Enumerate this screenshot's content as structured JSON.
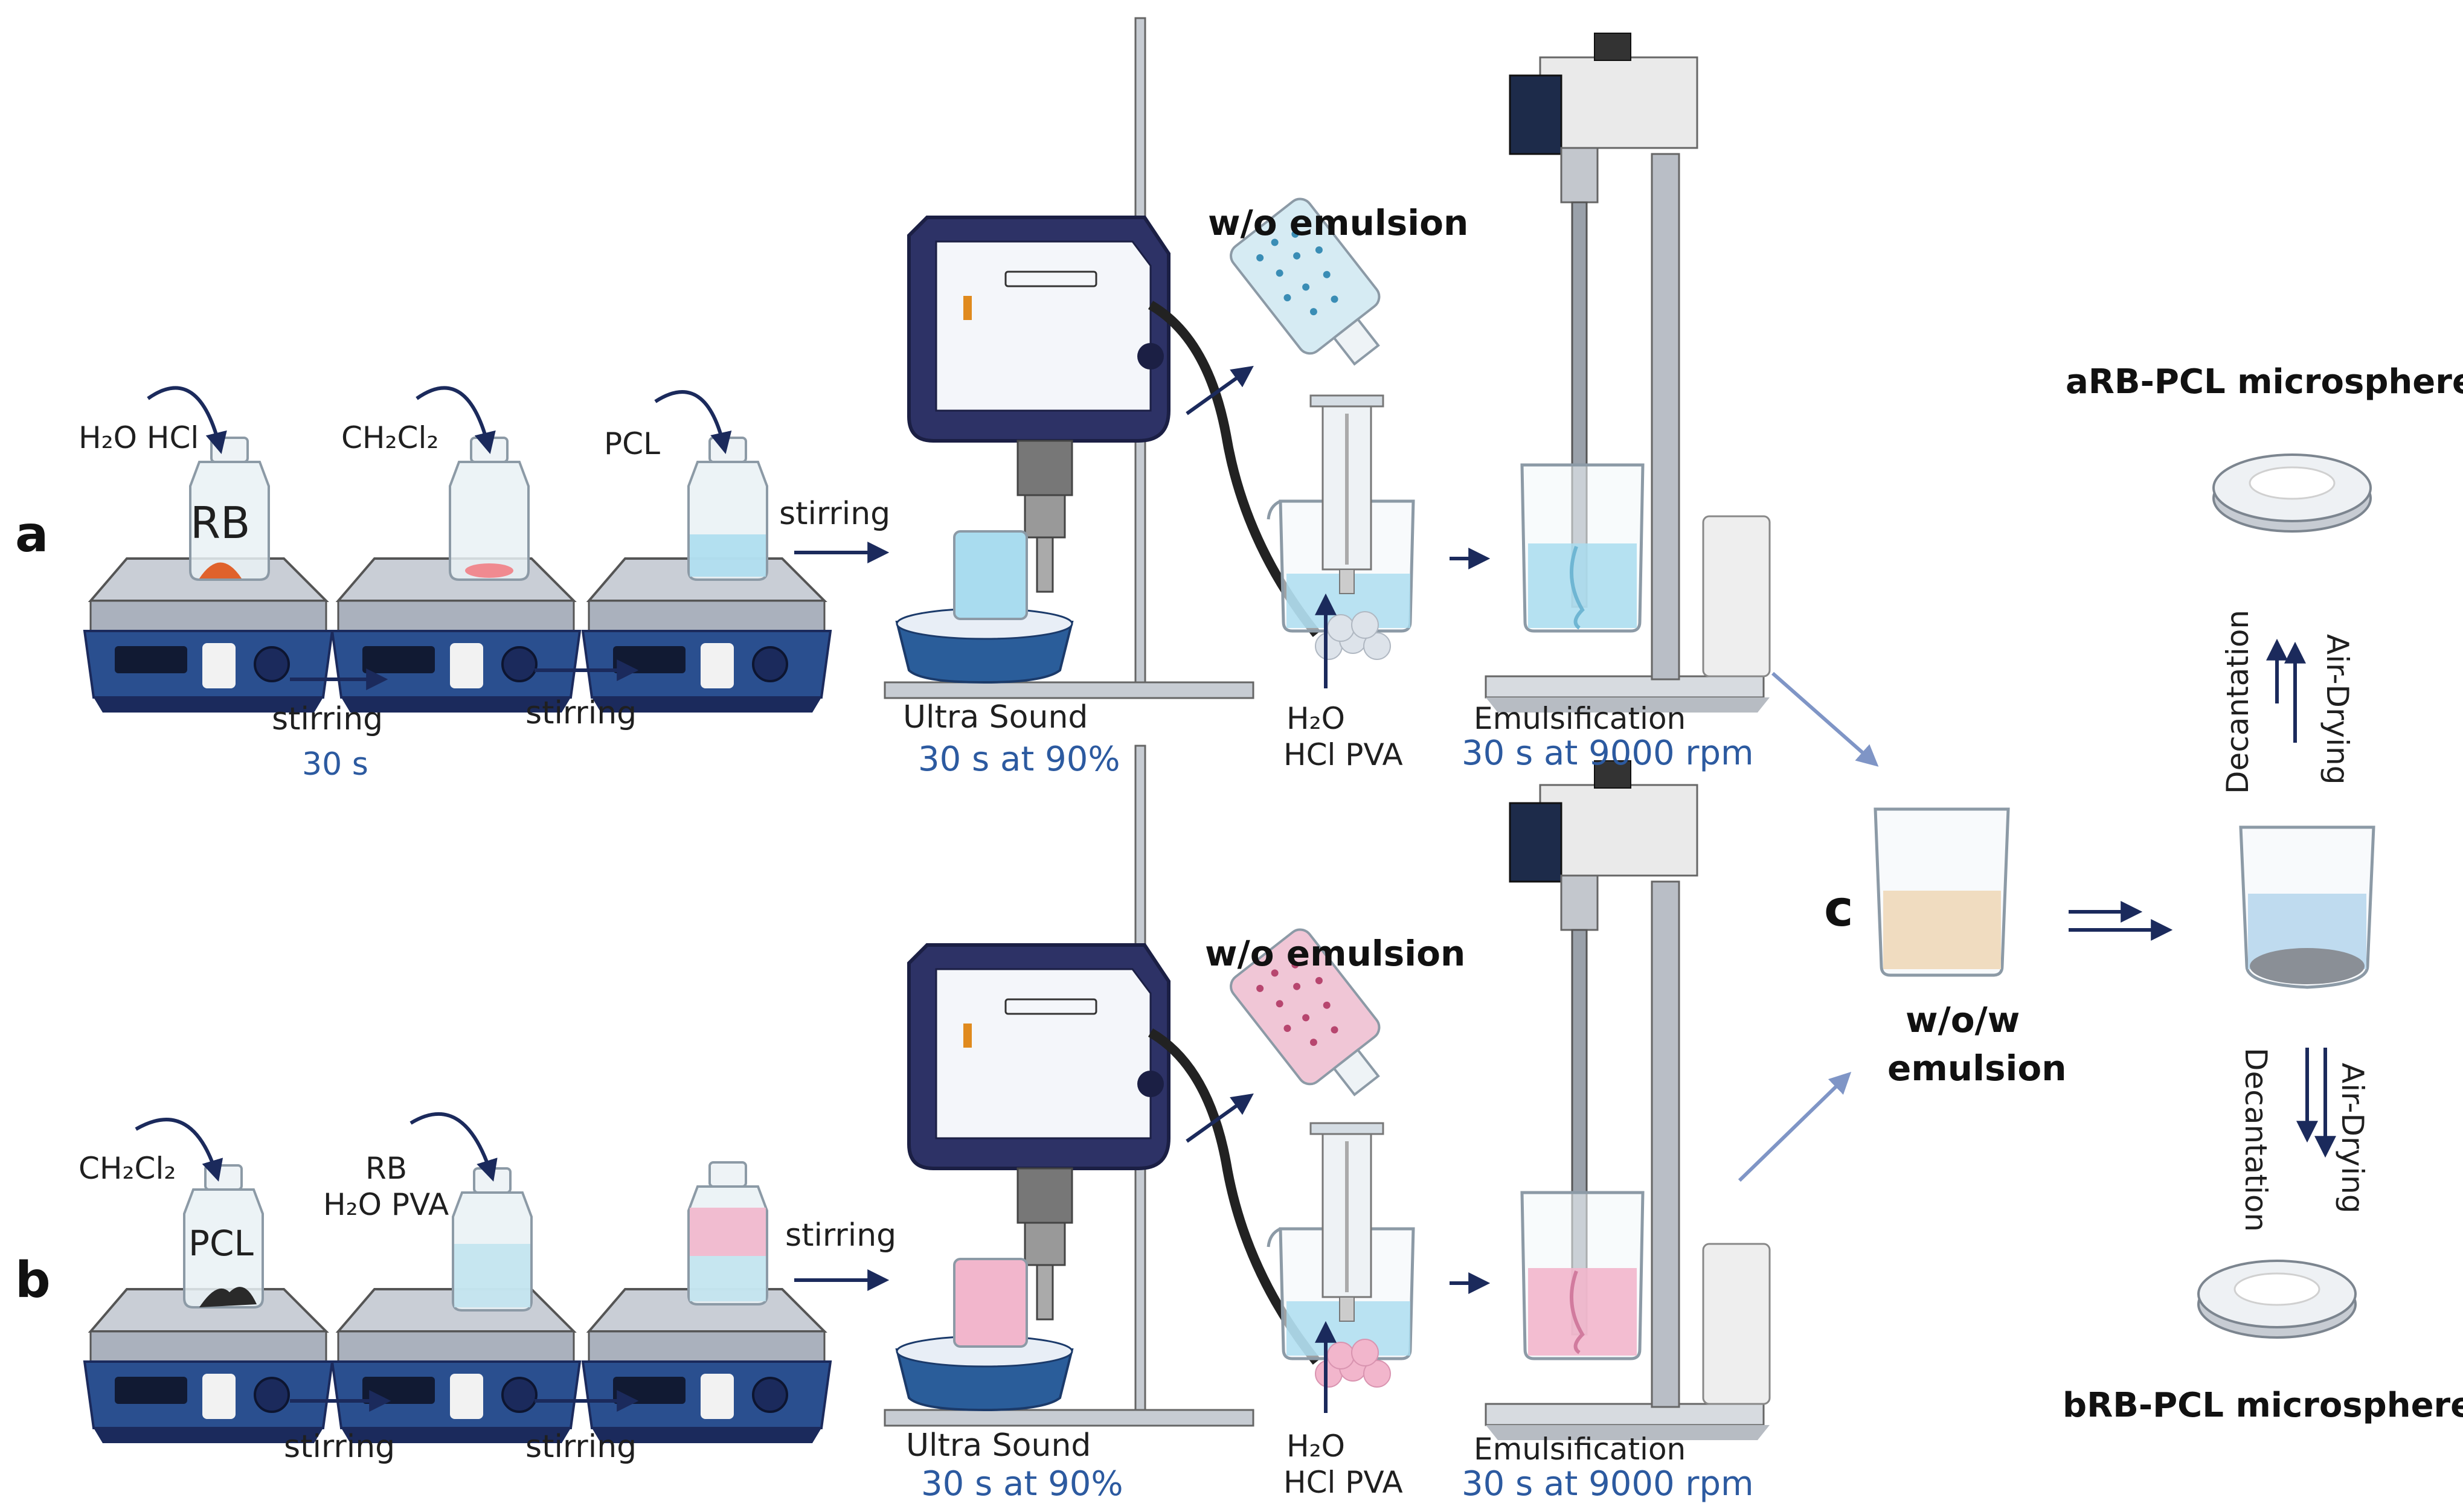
{
  "panels": {
    "a": "a",
    "b": "b",
    "c": "c"
  },
  "row_a": {
    "plate1_label": "H₂O HCl",
    "bottle_label": "RB",
    "plate2_label": "CH₂Cl₂",
    "plate3_label": "PCL",
    "step1_label": "stirring",
    "step1_time": "30 s",
    "step2_label": "stirring",
    "step3_label": "stirring",
    "ultrasound_label": "Ultra  Sound",
    "ultrasound_setting": "30 s at 90%",
    "emulsion_label": "w/o emulsion",
    "aqueous_line1": "H₂O",
    "aqueous_line2": "HCl PVA",
    "emulsification_label": "Emulsification",
    "emulsification_setting": "30 s at 9000 rpm"
  },
  "row_b": {
    "plate1_label": "CH₂Cl₂",
    "bottle_label": "PCL",
    "plate2_line1": "RB",
    "plate2_line2": "H₂O PVA",
    "step1_label": "stirring",
    "step2_label": "stirring",
    "step3_label": "stirring",
    "ultrasound_label": "Ultra  Sound",
    "ultrasound_setting": "30 s at 90%",
    "emulsion_label": "w/o emulsion",
    "aqueous_line1": "H₂O",
    "aqueous_line2": "HCl PVA",
    "emulsification_label": "Emulsification",
    "emulsification_setting": "30 s at 9000 rpm"
  },
  "panel_c": {
    "wow_line1": "w/o/w",
    "wow_line2": "emulsion",
    "top_product": "aRB-PCL microspheres",
    "bottom_product": "bRB-PCL microspheres",
    "top_step_left": "Decantation",
    "top_step_right": "Air-Drying",
    "bottom_step_left": "Decantation",
    "bottom_step_right": "Air-Drying"
  },
  "colors": {
    "plate_blue": "#2a4f8f",
    "plate_top": "#c9ced6",
    "row_a_liquid": "#a9dcef",
    "row_b_liquid": "#f2b6cc",
    "rb_powder": "#e0622c",
    "wow_liquid": "#f0dcc0",
    "text_blue": "#2c5aa0",
    "arrow_navy": "#1b2a5c"
  }
}
